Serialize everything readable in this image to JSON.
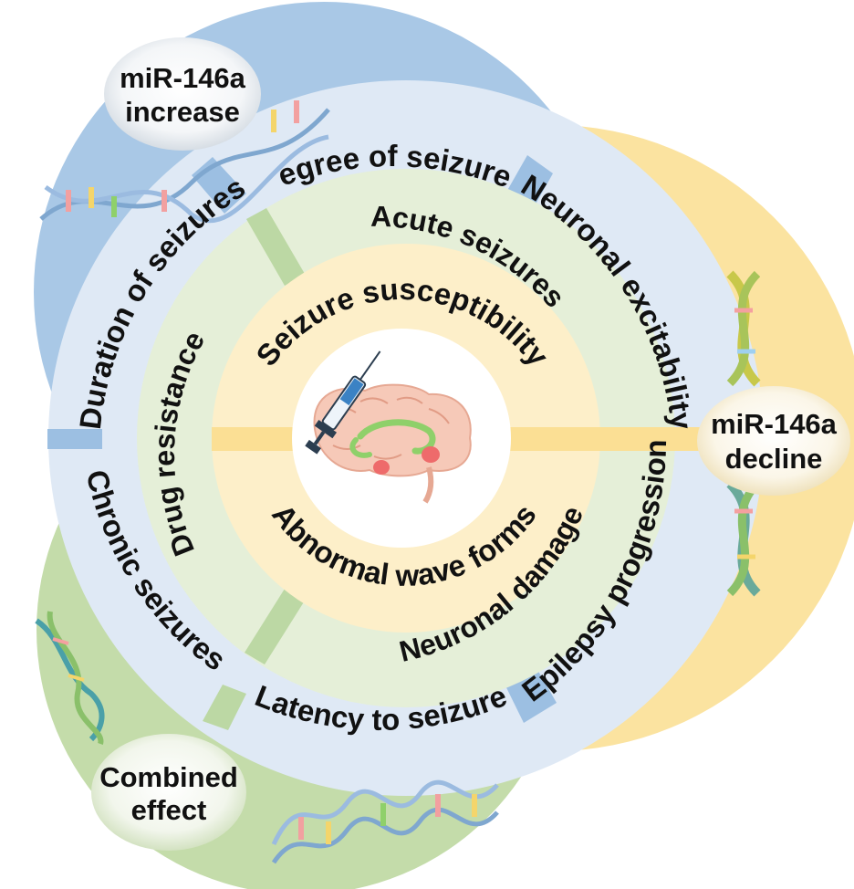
{
  "bubbles": {
    "increase": {
      "line1": "miR-146a",
      "line2": "increase"
    },
    "decline": {
      "line1": "miR-146a",
      "line2": "decline"
    },
    "combined": {
      "line1": "Combined",
      "line2": "effect"
    }
  },
  "outer_ring": {
    "degree": "Degree of seizures",
    "neuronal_excitability": "Neuronal excitability",
    "duration": "Duration of seizures",
    "chronic": "Chronic seizures",
    "latency": "Latency to seizure",
    "epilepsy_progression": "Epilepsy progression"
  },
  "middle_ring": {
    "acute": "Acute seizures",
    "drug_resistance": "Drug resistance",
    "neuronal_damage": "Neuronal damage"
  },
  "core": {
    "top": "Seizure susceptibility",
    "bottom": "Abnormal wave forms"
  },
  "colors": {
    "blue_circle": "#a9c8e6",
    "yellow_circle": "#fbe3a0",
    "green_circle": "#c4dcaa",
    "outer_ring": "#dfe9f5",
    "middle_ring": "#e5efd8",
    "inner_ring": "#fdefc9",
    "divider_blue": "#9cbfe2",
    "divider_green": "#bcd8a4",
    "divider_yellow": "#fbdf94"
  }
}
